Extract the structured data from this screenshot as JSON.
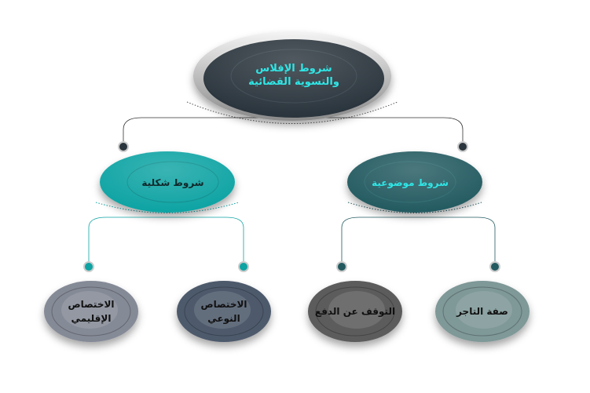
{
  "root": {
    "lines": [
      "شروط الإفلاس",
      "والتسوية القضائية"
    ],
    "color": "#2b353d",
    "text_color": "#2fe6e6"
  },
  "branches": [
    {
      "label": "شروط شكلية",
      "color": "#0fa3a3",
      "text_color": "#10282a",
      "children": [
        {
          "lines": [
            "الاختصاص",
            "الإقليمي"
          ],
          "color": "#858a97"
        },
        {
          "lines": [
            "الاختصاص",
            "النوعي"
          ],
          "color": "#4e5a6c"
        }
      ]
    },
    {
      "label": "شروط موضوعية",
      "color": "#235a60",
      "text_color": "#2fe6e6",
      "children": [
        {
          "lines": [
            "التوقف عن الدفع"
          ],
          "color": "#5c5c5c"
        },
        {
          "lines": [
            "صفة التاجر"
          ],
          "color": "#7f9898"
        }
      ]
    }
  ]
}
